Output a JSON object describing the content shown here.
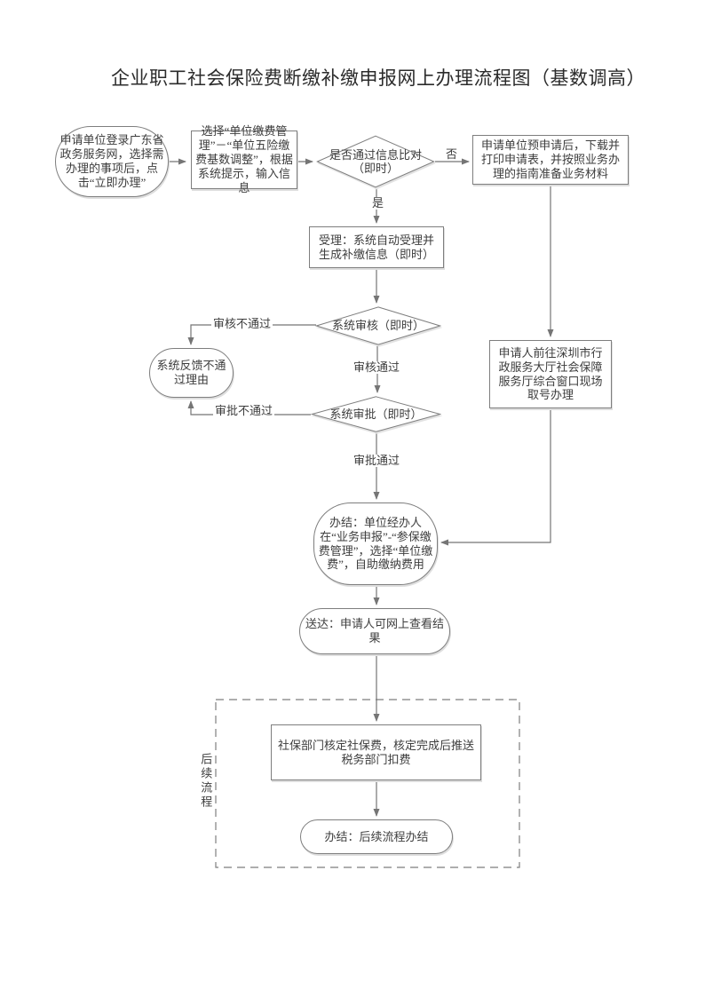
{
  "title": "企业职工社会保险费断缴补缴申报网上办理流程图（基数调高）",
  "nodes": {
    "start": {
      "text": "申请单位登录广东省政务服务网，选择需办理的事项后，点击“立即办理”"
    },
    "select": {
      "text": "选择“单位缴费管理”－“单位五险缴费基数调整”，根据系统提示，输入信息"
    },
    "check": {
      "text": "是否通过信息比对（即时）"
    },
    "prepare": {
      "text": "申请单位预申请后，下载并打印申请表，并按照业务办理的指南准备业务材料"
    },
    "accept": {
      "text": "受理：系统自动受理并生成补缴信息（即时）"
    },
    "review": {
      "text": "系统审核（即时）"
    },
    "feedback": {
      "text": "系统反馈不通过理由"
    },
    "approve": {
      "text": "系统审批（即时）"
    },
    "hall": {
      "text": "申请人前往深圳市行政服务大厅社会保障服务厅综合窗口现场取号办理"
    },
    "complete": {
      "text": "办结：单位经办人在“业务申报”-“参保缴费管理”，选择“单位缴费”，自助缴纳费用"
    },
    "deliver": {
      "text": "送达：申请人可网上查看结果"
    },
    "verify": {
      "text": "社保部门核定社保费，核定完成后推送税务部门扣费"
    },
    "final": {
      "text": "办结：后续流程办结"
    }
  },
  "labels": {
    "no": "否",
    "yes": "是",
    "review_fail": "审核不通过",
    "review_pass": "审核通过",
    "approve_fail": "审批不通过",
    "approve_pass": "审批通过",
    "followup": "后续流程"
  },
  "colors": {
    "line": "#757575",
    "border": "#7e7e7e",
    "text": "#3d3d3d",
    "background": "#ffffff"
  }
}
